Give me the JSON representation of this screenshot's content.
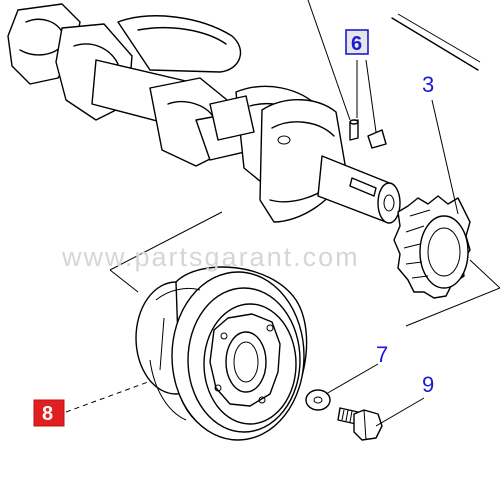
{
  "watermark": "www.partsgarant.com",
  "callouts": {
    "c3": "3",
    "c6": "6",
    "c7": "7",
    "c8": "8",
    "c9": "9"
  },
  "colors": {
    "callout_text": "#1a1ad6",
    "box6_border": "#1a1ad6",
    "box6_bg": "#e6e6e6",
    "box8_bg": "#e02020",
    "box8_text": "#ffffff"
  }
}
